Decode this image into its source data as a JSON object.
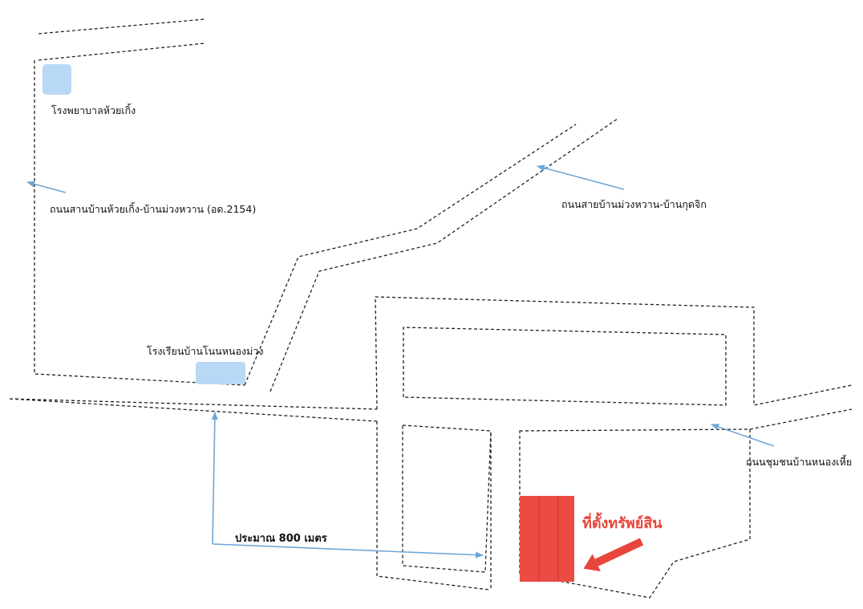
{
  "labels": {
    "hospital": "โรงพยาบาลห้วยเกิ้ง",
    "road_2154": "ถนนสานบ้านห้วยเกิ้ง-บ้านม่วงหวาน (อด.2154)",
    "road_kudjik": "ถนนสายบ้านม่วงหวาน-บ้านกุดจิก",
    "school": "โรงเรียนบ้านโนนหนองม่วง",
    "community_road": "ถนนชุมชนบ้านหนองเหี้ย",
    "distance": "ประมาณ 800 เมตร",
    "property": "ที่ตั้งทรัพย์สิน"
  },
  "colors": {
    "landmark_fill": "#b8d8f6",
    "property_fill": "#ec4b44",
    "property_text": "#e8453c",
    "pointer_arrow": "#6fa6d6",
    "road_line": "#222222"
  },
  "icons": {
    "hospital": "light-blue-square",
    "school": "light-blue-rectangle",
    "property": "red-rectangle",
    "property_pointer": "red-arrow"
  }
}
